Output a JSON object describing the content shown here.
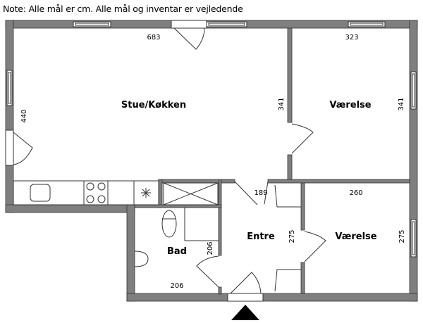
{
  "note": "Note: Alle mål er cm. Alle mål og inventar er vejledende",
  "rooms": {
    "stue": {
      "name": "Stue/Køkken",
      "width": "683",
      "height": "440",
      "inner_wall": "341"
    },
    "vaerelse1": {
      "name": "Værelse",
      "width": "323",
      "height": "341"
    },
    "entre": {
      "name": "Entre",
      "width": "189",
      "height": "275"
    },
    "vaerelse2": {
      "name": "Værelse",
      "width": "260",
      "height": "275"
    },
    "bad": {
      "name": "Bad",
      "width": "206",
      "height": "206"
    }
  },
  "colors": {
    "wall": "#7f7f7f",
    "line": "#333333"
  }
}
